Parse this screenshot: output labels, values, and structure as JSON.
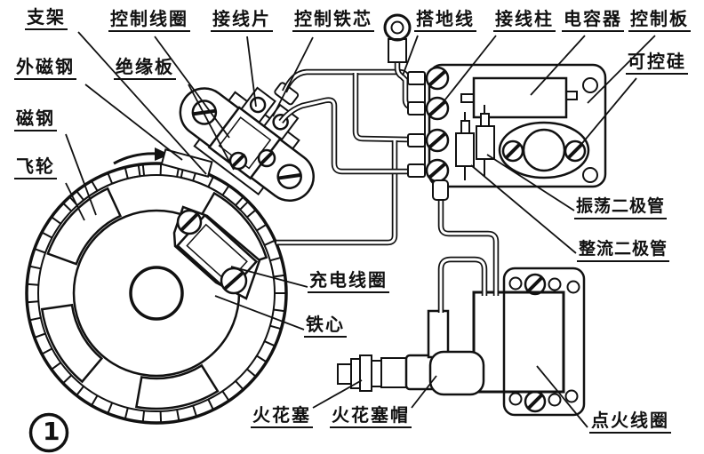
{
  "diagram": {
    "figure_number": "1",
    "labels": {
      "bracket": "支架",
      "control_coil": "控制线圈",
      "terminal_tab": "接线片",
      "control_iron_core": "控制铁芯",
      "ground_wire": "搭地线",
      "terminal_post": "接线柱",
      "capacitor": "电容器",
      "control_board": "控制板",
      "thyristor": "可控硅",
      "outer_magnet": "外磁钢",
      "insulation_board": "绝缘板",
      "magnet": "磁钢",
      "flywheel": "飞轮",
      "oscillation_diode": "振荡二极管",
      "rectifier_diode": "整流二极管",
      "charging_coil": "充电线圈",
      "iron_core": "铁心",
      "spark_plug": "火花塞",
      "spark_plug_cap": "火花塞帽",
      "ignition_coil": "点火线圈"
    },
    "icons": {
      "rotation_arrow": "curved-arrow-right",
      "ground_ring_terminal": "ring-terminal"
    },
    "colors": {
      "ink": "#111111",
      "paper": "#ffffff"
    }
  }
}
